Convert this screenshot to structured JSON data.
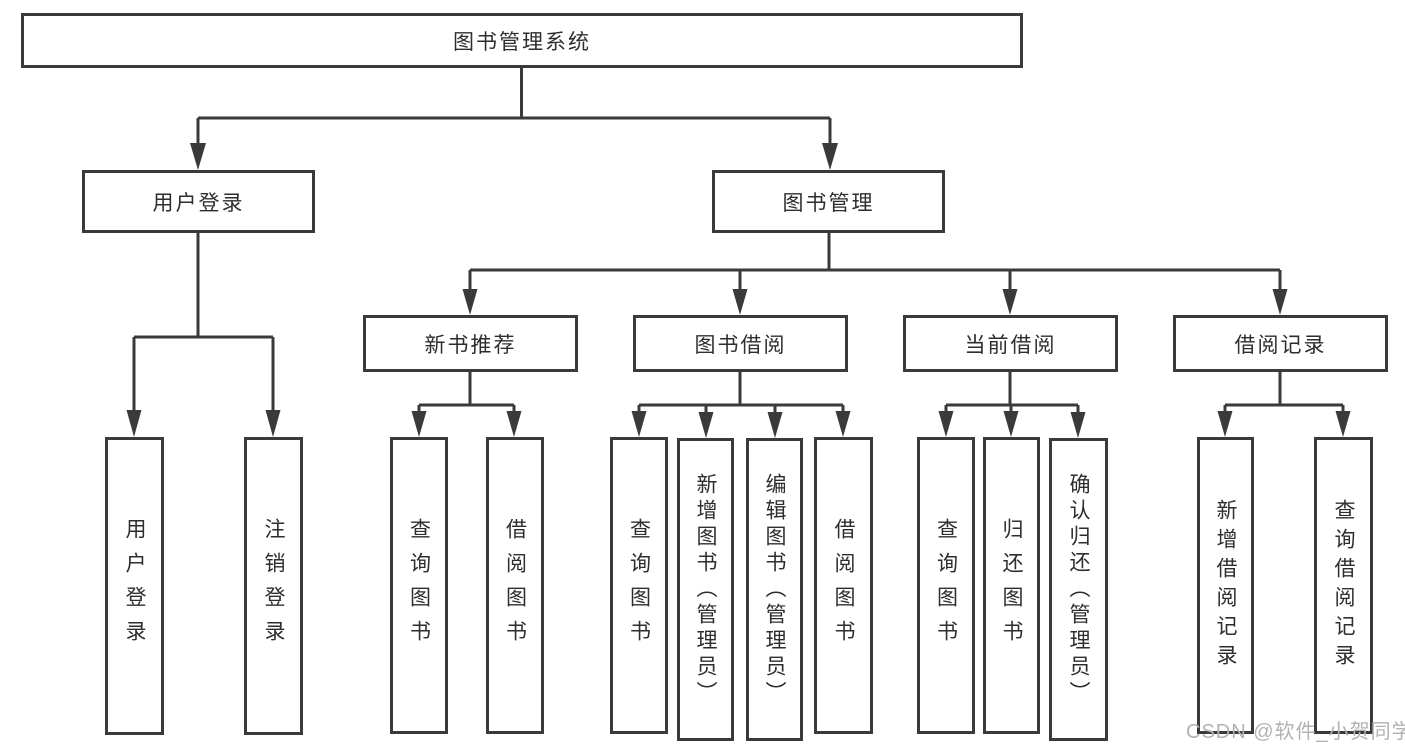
{
  "tree": {
    "label": "图书管理系统",
    "children": [
      {
        "label": "用户登录",
        "children": [
          {
            "label": "用户登录"
          },
          {
            "label": "注销登录"
          }
        ]
      },
      {
        "label": "图书管理",
        "children": [
          {
            "label": "新书推荐",
            "children": [
              {
                "label": "查询图书"
              },
              {
                "label": "借阅图书"
              }
            ]
          },
          {
            "label": "图书借阅",
            "children": [
              {
                "label": "查询图书"
              },
              {
                "label": "新增图书（管理员）"
              },
              {
                "label": "编辑图书（管理员）"
              },
              {
                "label": "借阅图书"
              }
            ]
          },
          {
            "label": "当前借阅",
            "children": [
              {
                "label": "查询图书"
              },
              {
                "label": "归还图书"
              },
              {
                "label": "确认归还（管理员）"
              }
            ]
          },
          {
            "label": "借阅记录",
            "children": [
              {
                "label": "新增借阅记录"
              },
              {
                "label": "查询借阅记录"
              }
            ]
          }
        ]
      }
    ]
  },
  "watermark": "CSDN @软件_小贺同学",
  "colors": {
    "line": "#3a3a3a",
    "text": "#2e2e2e",
    "watermark": "#b2b2b2",
    "background": "#ffffff"
  }
}
